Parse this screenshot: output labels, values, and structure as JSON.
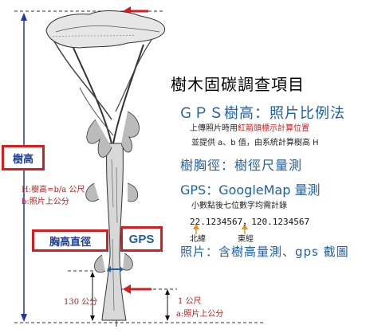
{
  "title": "樹木固碳調查項目",
  "gps_height": {
    "heading": "ＧＰＳ樹高：照片比例法",
    "note_prefix": "上傳照片時用",
    "note_red": "紅箭頭標示計算位置",
    "note2": "並提供 a、b 值，由系統計算樹高 H"
  },
  "dbh_heading": "樹胸徑：樹徑尺量測",
  "gmap": {
    "heading": "GPS：GoogleMap 量測",
    "note": "小數點後七位數字均需計錄",
    "coord": "22.1234567，120.1234567",
    "lat_label": "北緯",
    "lng_label": "東經"
  },
  "photo_heading": "照片：含樹高量測、gps 截圖",
  "labels": {
    "tree_height": "樹高",
    "formula1": "H:樹高=b/a 公尺",
    "formula2": "b:照片上公分",
    "dbh_box": "胸高直徑",
    "gps_box": "GPS",
    "cm130": "130 公分",
    "one_meter": "1 公尺",
    "a_label": "a:照片上公分"
  },
  "colors": {
    "red": "#d61c1c",
    "blue_text": "#1f5fa8",
    "navy": "#1f3f94",
    "orange_arrow": "#e8901a"
  }
}
